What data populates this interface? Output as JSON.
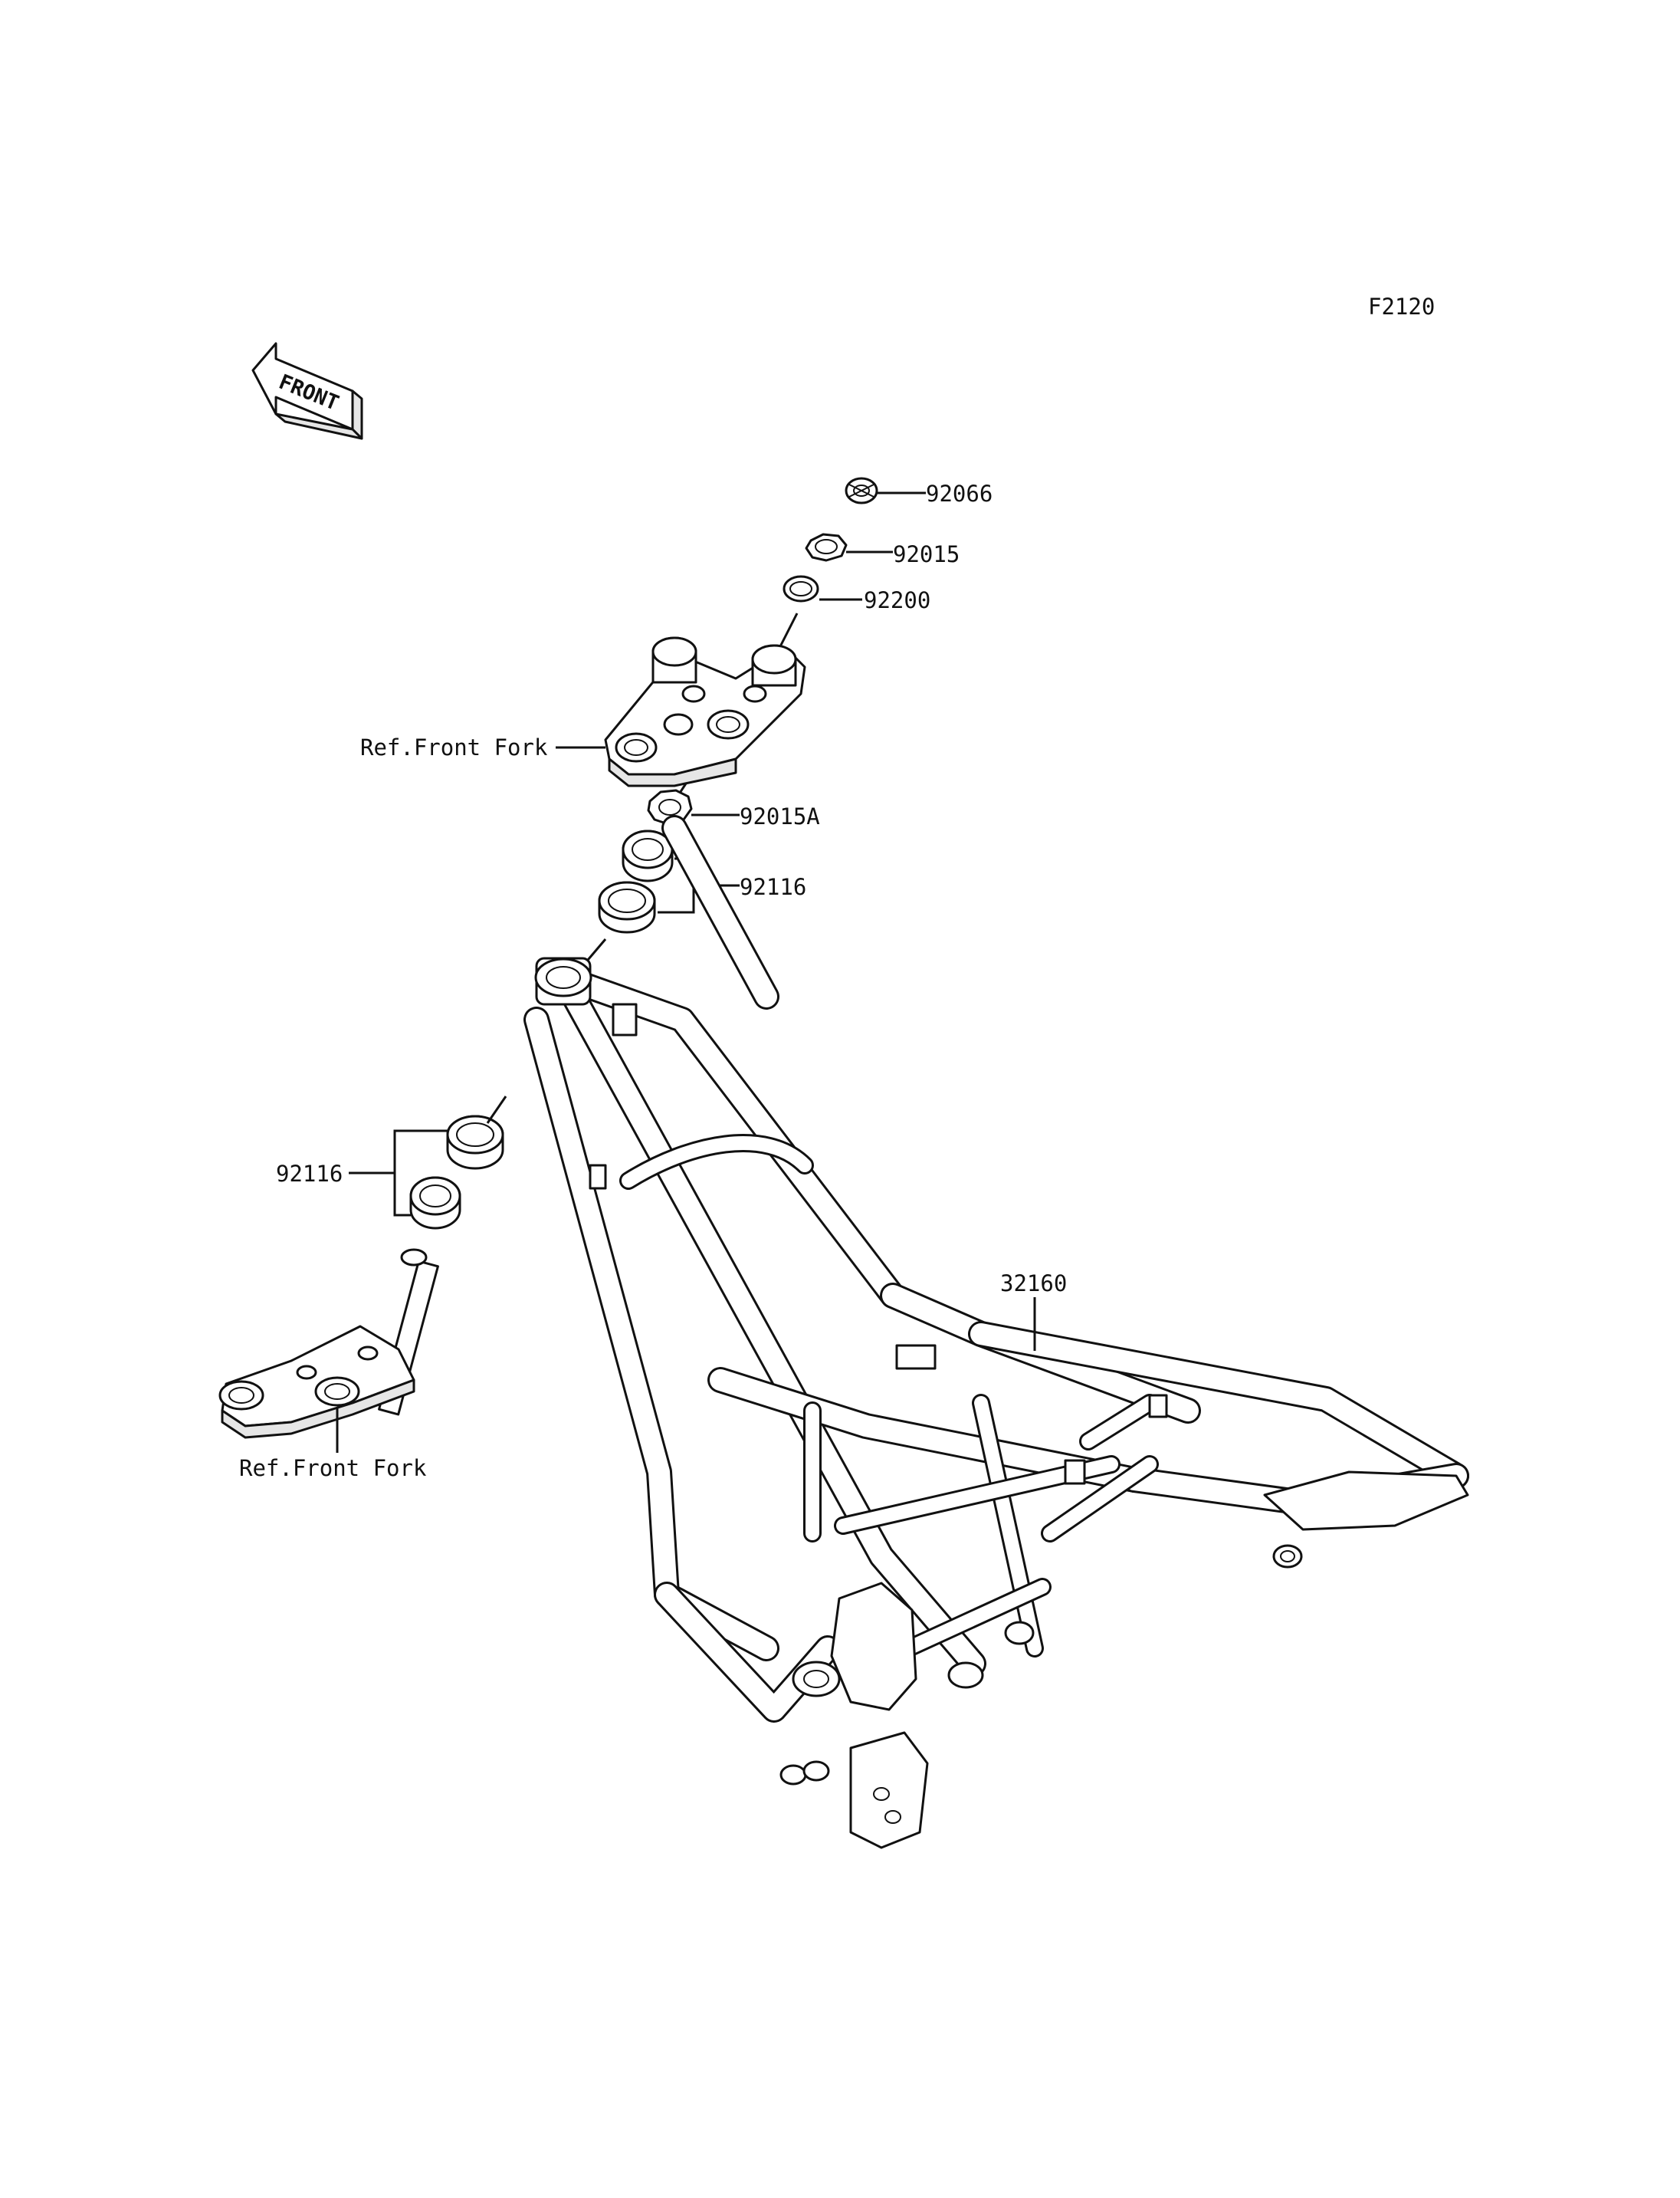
{
  "diagram": {
    "code": "F2120",
    "front_arrow_text": "FRONT",
    "parts": {
      "p92066": "92066",
      "p92015": "92015",
      "p92200": "92200",
      "ref_upper": "Ref.Front Fork",
      "p92015A": "92015A",
      "p92116_upper": "92116",
      "p92116_lower": "92116",
      "p32160": "32160",
      "ref_lower": "Ref.Front Fork"
    }
  }
}
